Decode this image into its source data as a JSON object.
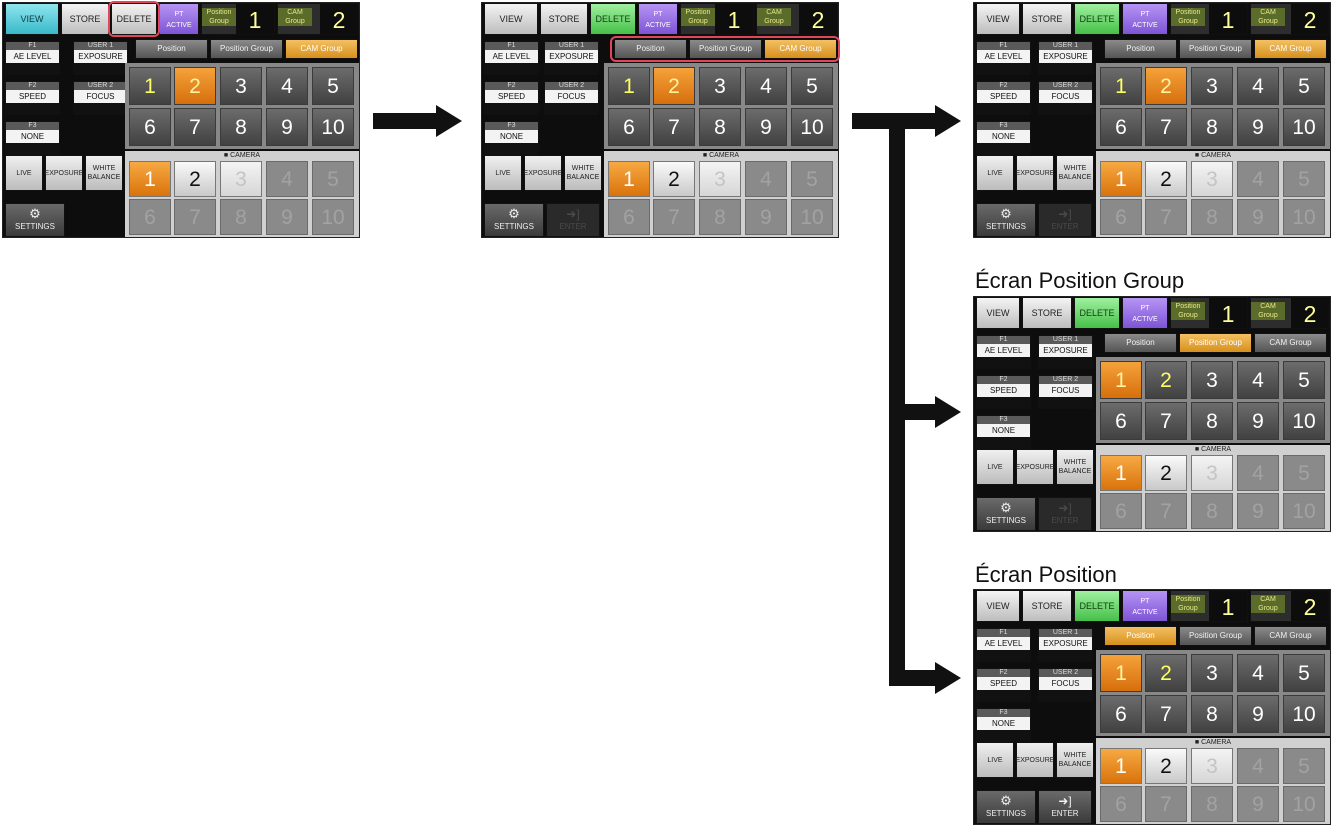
{
  "captions": {
    "position_group": "Écran Position Group",
    "position": "Écran Position"
  },
  "labels": {
    "view": "VIEW",
    "store": "STORE",
    "delete": "DELETE",
    "pt_active_1": "PT",
    "pt_active_2": "ACTIVE",
    "position_group": "Position Group",
    "cam_group": "CAM Group",
    "group_value_1": "1",
    "group_value_2": "2",
    "f1": "F1",
    "f1_val": "AE LEVEL",
    "user1": "USER 1",
    "user1_val": "EXPOSURE",
    "f2": "F2",
    "f2_val": "SPEED",
    "user2": "USER 2",
    "user2_val": "FOCUS",
    "f3": "F3",
    "f3_val": "NONE",
    "live": "LIVE",
    "exposure": "EXPOSURE",
    "white_1": "WHITE",
    "white_2": "BALANCE",
    "settings": "SETTINGS",
    "enter": "ENTER",
    "tab_position": "Position",
    "tab_position_group": "Position Group",
    "tab_cam_group": "CAM Group",
    "camera": "CAMERA",
    "n1": "1",
    "n2": "2",
    "n3": "3",
    "n4": "4",
    "n5": "5",
    "n6": "6",
    "n7": "7",
    "n8": "8",
    "n9": "9",
    "n10": "10"
  },
  "colors": {
    "view_active": "#38b9c9",
    "delete_active": "#46c048",
    "pt_active": "#7d54d6",
    "tab_active": "#d6901d",
    "selected": "#d66f0c",
    "highlight": "#e0475a"
  }
}
